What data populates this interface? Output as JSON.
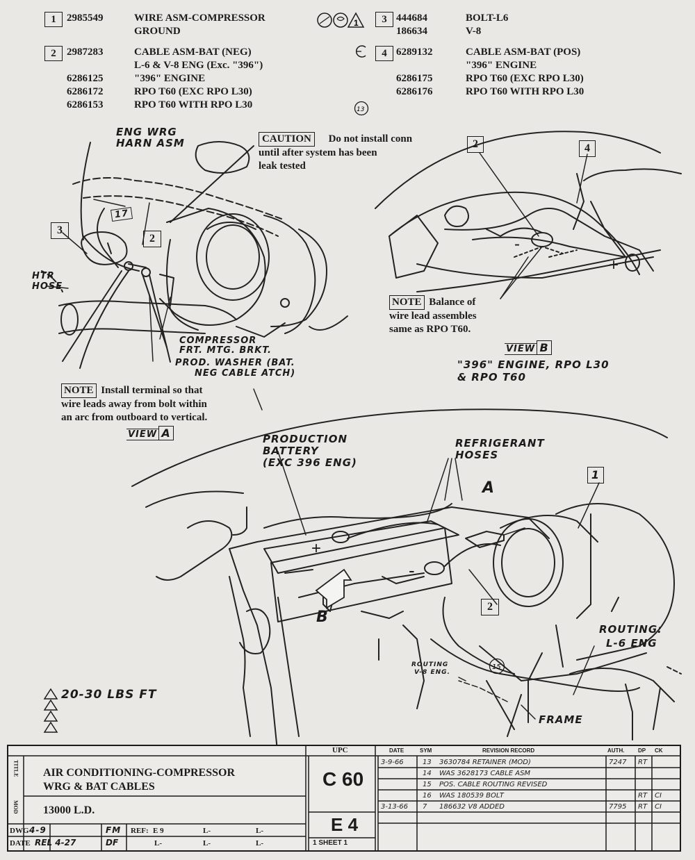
{
  "parts": [
    {
      "item": "1",
      "pn": "2985549",
      "desc": "WIRE ASM-COMPRESSOR",
      "desc2": "GROUND"
    },
    {
      "item": "2",
      "pn": "2987283",
      "desc": "CABLE ASM-BAT (NEG)",
      "desc2": "L-6 & V-8 ENG (Exc. \"396\")"
    },
    {
      "item": "3",
      "pn": "444684",
      "desc": "BOLT-L6",
      "pn2": "186634",
      "desc2": "V-8"
    },
    {
      "item": "4",
      "pn": "6289132",
      "desc": "CABLE ASM-BAT (POS)",
      "desc2": "\"396\" ENGINE"
    }
  ],
  "left_sub": [
    {
      "pn": "6286125",
      "desc": "\"396\" ENGINE"
    },
    {
      "pn": "6286172",
      "desc": "RPO T60 (EXC RPO L30)"
    },
    {
      "pn": "6286153",
      "desc": "RPO T60 WITH RPO L30"
    }
  ],
  "right_sub": [
    {
      "pn": "6286175",
      "desc": "RPO T60 (EXC RPO L30)"
    },
    {
      "pn": "6286176",
      "desc": "RPO T60 WITH RPO L30"
    }
  ],
  "symbols": {
    "s17": "17",
    "s13": "13",
    "s15": "15",
    "tri": "1"
  },
  "view_a": {
    "eng_wrg": "ENG WRG",
    "harn_asm": "HARN ASM",
    "caution_label": "CAUTION",
    "caution_text1": "Do not install conn",
    "caution_text2": "until after system has been",
    "caution_text3": "leak tested",
    "htr1": "HTR",
    "htr2": "HOSE",
    "comp1": "COMPRESSOR",
    "comp2": "FRT. MTG. BRKT.",
    "prod1": "PROD. WASHER (BAT.",
    "prod2": "NEG CABLE ATCH)",
    "note_label": "NOTE",
    "note1": "Install terminal so that",
    "note2": "wire leads away from bolt within",
    "note3": "an arc from outboard to vertical.",
    "view": "VIEW",
    "view_letter": "A",
    "c3": "3",
    "c2": "2",
    "c17": "17"
  },
  "view_b": {
    "note_label": "NOTE",
    "note1": "Balance of",
    "note2": "wire lead assembles",
    "note3": "same as RPO T60.",
    "view": "VIEW",
    "view_letter": "B",
    "cap1": "\"396\" ENGINE, RPO L30",
    "cap2": "& RPO T60",
    "c2": "2",
    "c4": "4",
    "plus": "+",
    "minus": "-"
  },
  "main": {
    "prod1": "PRODUCTION",
    "prod2": "BATTERY",
    "prod3": "(EXC 396 ENG)",
    "ref1": "REFRIGERANT",
    "ref2": "HOSES",
    "a_arrow": "A",
    "b_arrow": "B",
    "c1": "1",
    "c2": "2",
    "routing1": "ROUTING:",
    "routing2": "L-6 ENG",
    "rv1": "ROUTING",
    "rv2": "V-8 ENG.",
    "frame": "FRAME",
    "c15": "15",
    "plus": "+",
    "minus": "-",
    "torque": "20-30 LBS FT"
  },
  "title_block": {
    "title_side": "TITLE",
    "title1": "AIR CONDITIONING-COMPRESSOR",
    "title2": "WRG & BAT CABLES",
    "mod_side": "MOD",
    "mod": "13000 L.D.",
    "upc_label": "UPC",
    "upc1": "C 60",
    "upc2": "E 4",
    "sheet": "1 SHEET 1",
    "dwg_label": "DWG",
    "dwg": "4-9",
    "fm": "FM",
    "ref_label": "REF:",
    "ref": "E 9",
    "date_label": "DATE",
    "date": "REL 4-27",
    "df": "DF",
    "l": "L-",
    "h_date": "DATE",
    "h_sym": "SYM",
    "h_rev": "REVISION RECORD",
    "h_auth": "AUTH.",
    "h_dp": "DP",
    "h_ck": "CK",
    "revisions": [
      {
        "date": "3-9-66",
        "sym": "13",
        "rec": "3630784 RETAINER (MOD)",
        "auth": "7247",
        "dp": "RT",
        "ck": ""
      },
      {
        "date": "",
        "sym": "14",
        "rec": "WAS 3628173 CABLE ASM",
        "auth": "",
        "dp": "",
        "ck": ""
      },
      {
        "date": "",
        "sym": "15",
        "rec": "POS. CABLE ROUTING REVISED",
        "auth": "",
        "dp": "",
        "ck": ""
      },
      {
        "date": "",
        "sym": "16",
        "rec": "WAS 180539 BOLT",
        "auth": "",
        "dp": "RT",
        "ck": "CI"
      },
      {
        "date": "3-13-66",
        "sym": "7",
        "rec": "186632 V8 ADDED",
        "auth": "7795",
        "dp": "RT",
        "ck": "CI"
      }
    ]
  }
}
